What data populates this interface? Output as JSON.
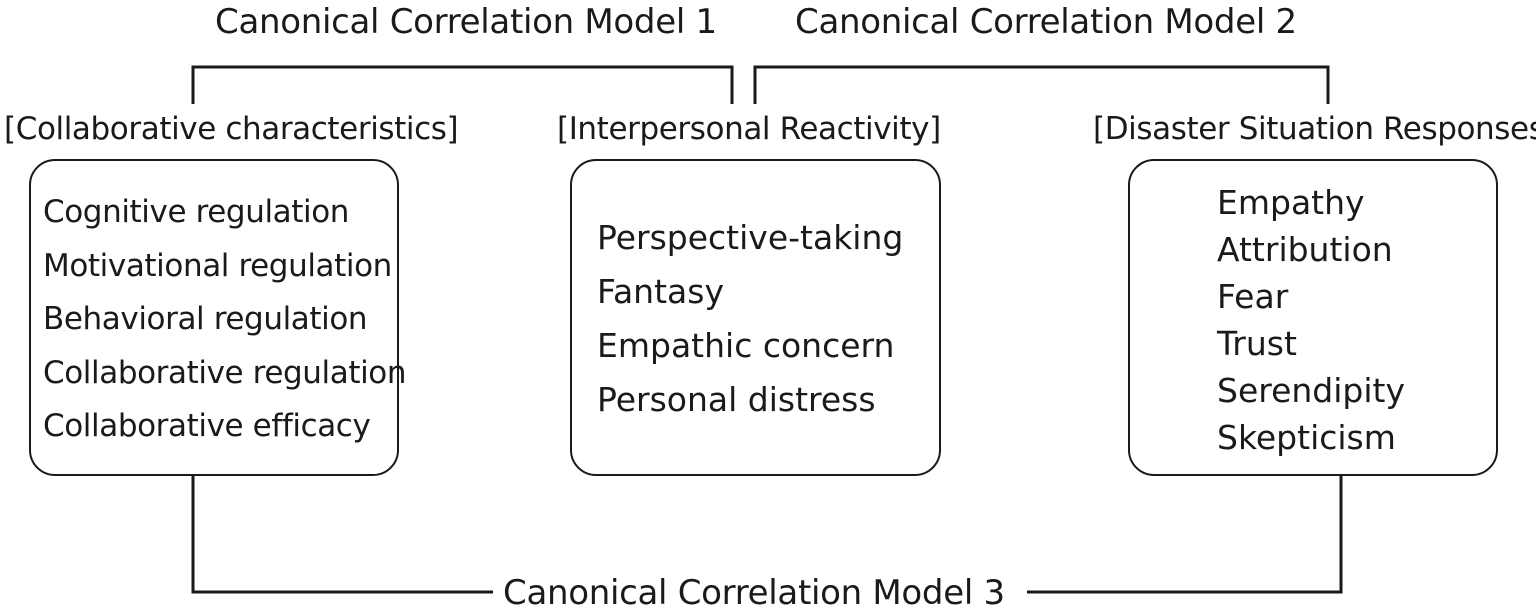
{
  "models": [
    {
      "label": "Canonical Correlation Model 1"
    },
    {
      "label": "Canonical Correlation Model 2"
    },
    {
      "label": "Canonical Correlation Model 3"
    }
  ],
  "groups": [
    {
      "header": "[Collaborative characteristics]",
      "items": [
        "Cognitive regulation",
        "Motivational regulation",
        "Behavioral regulation",
        "Collaborative regulation",
        "Collaborative efficacy"
      ]
    },
    {
      "header": "[Interpersonal Reactivity]",
      "items": [
        "Perspective-taking",
        "Fantasy",
        "Empathic concern",
        "Personal distress"
      ]
    },
    {
      "header": "[Disaster Situation Responses]",
      "items": [
        "Empathy",
        "Attribution",
        "Fear",
        "Trust",
        "Serendipity",
        "Skepticism"
      ]
    }
  ]
}
